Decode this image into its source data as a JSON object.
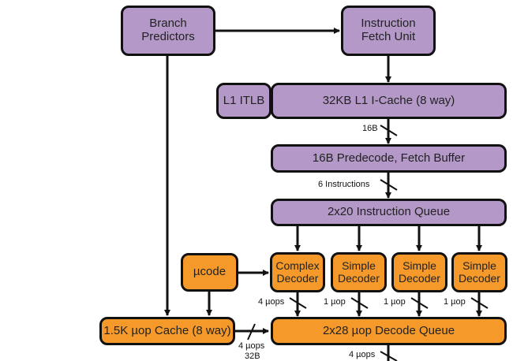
{
  "diagram": {
    "blocks": {
      "branch_predictors": {
        "line1": "Branch",
        "line2": "Predictors"
      },
      "instruction_fetch_unit": {
        "line1": "Instruction",
        "line2": "Fetch Unit"
      },
      "l1_itlb": "L1 ITLB",
      "l1_icache": "32KB L1 I-Cache (8 way)",
      "predecode": "16B Predecode, Fetch Buffer",
      "instruction_queue": "2x20 Instruction Queue",
      "ucode": "µcode",
      "decoders": [
        {
          "line1": "Complex",
          "line2": "Decoder"
        },
        {
          "line1": "Simple",
          "line2": "Decoder"
        },
        {
          "line1": "Simple",
          "line2": "Decoder"
        },
        {
          "line1": "Simple",
          "line2": "Decoder"
        }
      ],
      "uop_cache": "1.5K µop Cache (8 way)",
      "decode_queue": "2x28 µop Decode Queue"
    },
    "labels": {
      "icache_to_predecode": "16B",
      "predecode_to_queue": "6 Instructions",
      "decoder_outputs": [
        "4 µops",
        "1 µop",
        "1 µop",
        "1 µop"
      ],
      "uop_cache_out_line1": "4 µops",
      "uop_cache_out_line2": "32B",
      "decode_queue_out": "4 µops"
    },
    "colors": {
      "frontend": "#b398c8",
      "decode": "#f59a2a",
      "stroke": "#111111"
    }
  }
}
